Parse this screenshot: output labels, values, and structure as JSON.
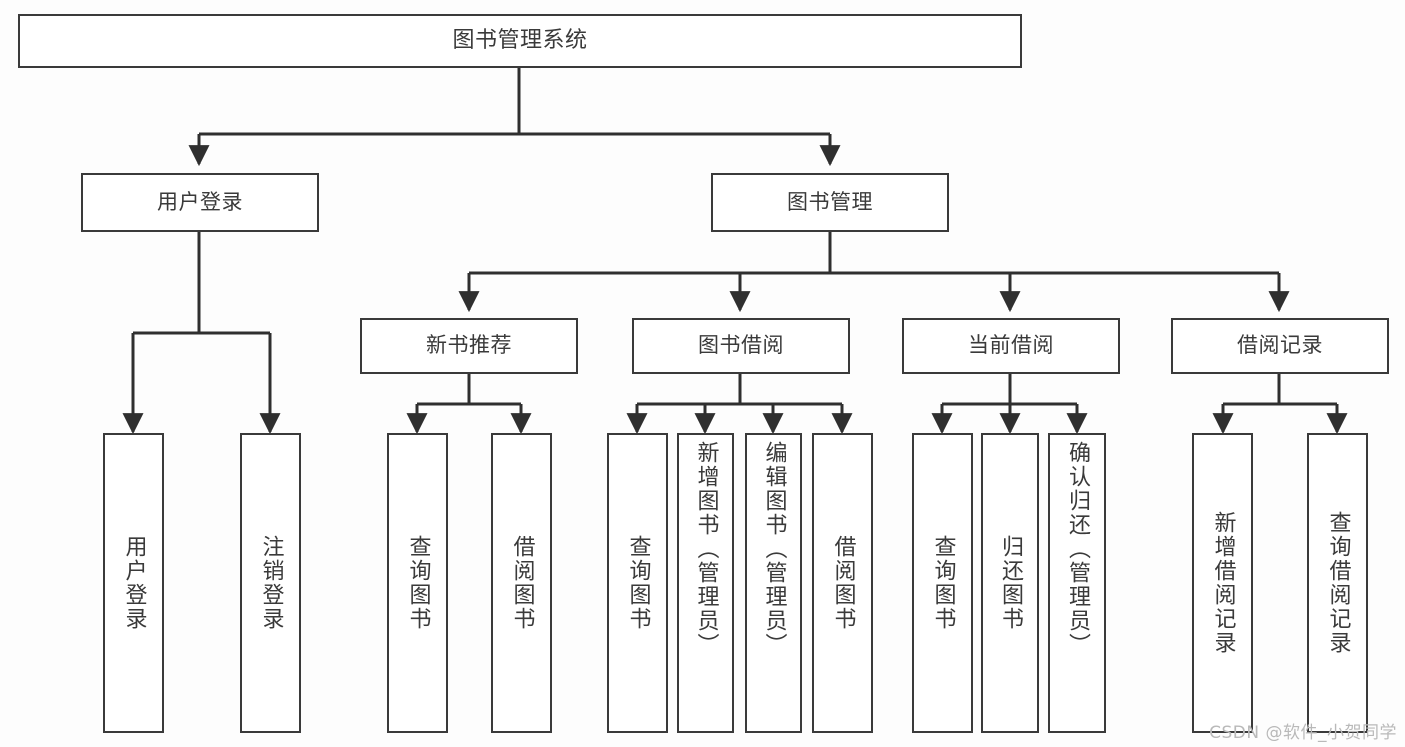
{
  "diagram": {
    "title": "图书管理系统",
    "type": "tree-hierarchy",
    "root": {
      "id": "root",
      "label": "图书管理系统"
    },
    "level2": [
      {
        "id": "user-login",
        "label": "用户登录"
      },
      {
        "id": "book-manage",
        "label": "图书管理"
      }
    ],
    "level3": [
      {
        "id": "new-book-rec",
        "label": "新书推荐"
      },
      {
        "id": "book-borrow",
        "label": "图书借阅"
      },
      {
        "id": "current-borrow",
        "label": "当前借阅"
      },
      {
        "id": "borrow-record",
        "label": "借阅记录"
      }
    ],
    "leaves": [
      {
        "id": "leaf-user-login",
        "label": "用户登录",
        "parent": "user-login"
      },
      {
        "id": "leaf-logout-login",
        "label": "注销登录",
        "parent": "user-login"
      },
      {
        "id": "leaf-query-book-1",
        "label": "查询图书",
        "parent": "new-book-rec"
      },
      {
        "id": "leaf-borrow-book-1",
        "label": "借阅图书",
        "parent": "new-book-rec"
      },
      {
        "id": "leaf-query-book-2",
        "label": "查询图书",
        "parent": "book-borrow"
      },
      {
        "id": "leaf-add-book",
        "label": "新增图书（管理员）",
        "parent": "book-borrow"
      },
      {
        "id": "leaf-edit-book",
        "label": "编辑图书（管理员）",
        "parent": "book-borrow"
      },
      {
        "id": "leaf-borrow-book-2",
        "label": "借阅图书",
        "parent": "book-borrow"
      },
      {
        "id": "leaf-query-book-3",
        "label": "查询图书",
        "parent": "current-borrow"
      },
      {
        "id": "leaf-return-book",
        "label": "归还图书",
        "parent": "current-borrow"
      },
      {
        "id": "leaf-confirm-return",
        "label": "确认归还（管理员）",
        "parent": "current-borrow"
      },
      {
        "id": "leaf-add-record",
        "label": "新增借阅记录",
        "parent": "borrow-record"
      },
      {
        "id": "leaf-query-record",
        "label": "查询借阅记录",
        "parent": "borrow-record"
      }
    ]
  },
  "watermark": {
    "text": "CSDN @软件_小贺同学"
  },
  "colors": {
    "border": "#3a3a3a",
    "text": "#3a3a3a",
    "background": "#fdfdfd",
    "watermark": "#b9b9b9"
  }
}
